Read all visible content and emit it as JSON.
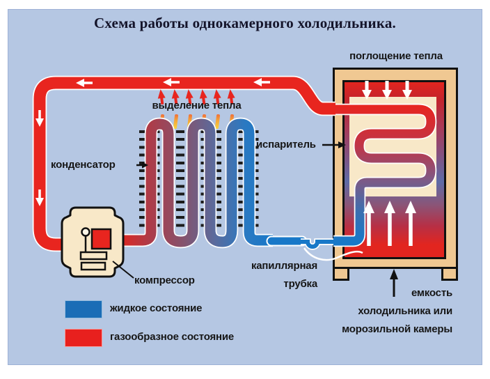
{
  "title": "Схема работы однокамерного холодильника.",
  "labels": {
    "heat_absorption": "поглощение тепла",
    "heat_release": "выделение тепла",
    "condenser": "конденсатор",
    "evaporator": "испаритель",
    "compressor": "компрессор",
    "capillary_line1": "капиллярная",
    "capillary_line2": "трубка",
    "chamber_line1": "емкость",
    "chamber_line2": "холодильника или",
    "chamber_line3": "морозильной камеры"
  },
  "legend": {
    "items": [
      {
        "label": "жидкое состояние",
        "color": "#1b6db6",
        "meaning": "liquid state"
      },
      {
        "label": "газообразное состояние",
        "color": "#e8201e",
        "meaning": "gaseous state"
      }
    ]
  },
  "colors": {
    "panel_background": "#b5c7e3",
    "pipe_gas_red": "#e8251f",
    "pipe_liquid_blue": "#1878c8",
    "cabinet_frame_tan": "#f0c892",
    "cabinet_inner_cream": "#f8e8c8",
    "title_text": "#14142a",
    "label_text": "#161616"
  }
}
